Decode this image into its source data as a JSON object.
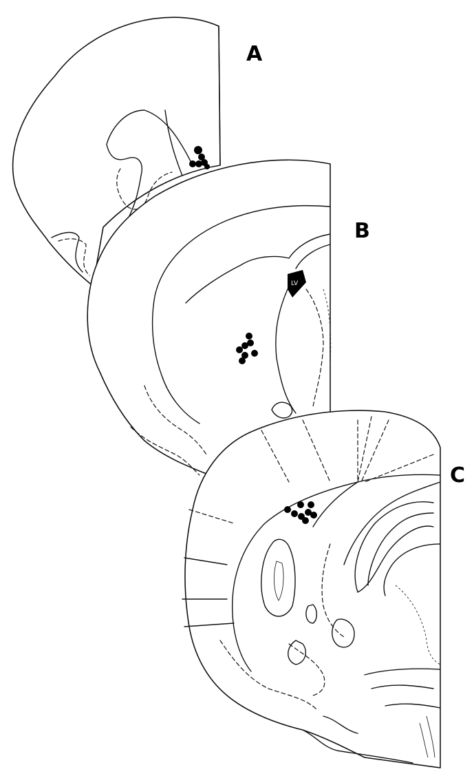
{
  "panels": [
    {
      "id": "A",
      "label": "A"
    },
    {
      "id": "B",
      "label": "B",
      "structure_label": "LV"
    },
    {
      "id": "C",
      "label": "C"
    }
  ]
}
